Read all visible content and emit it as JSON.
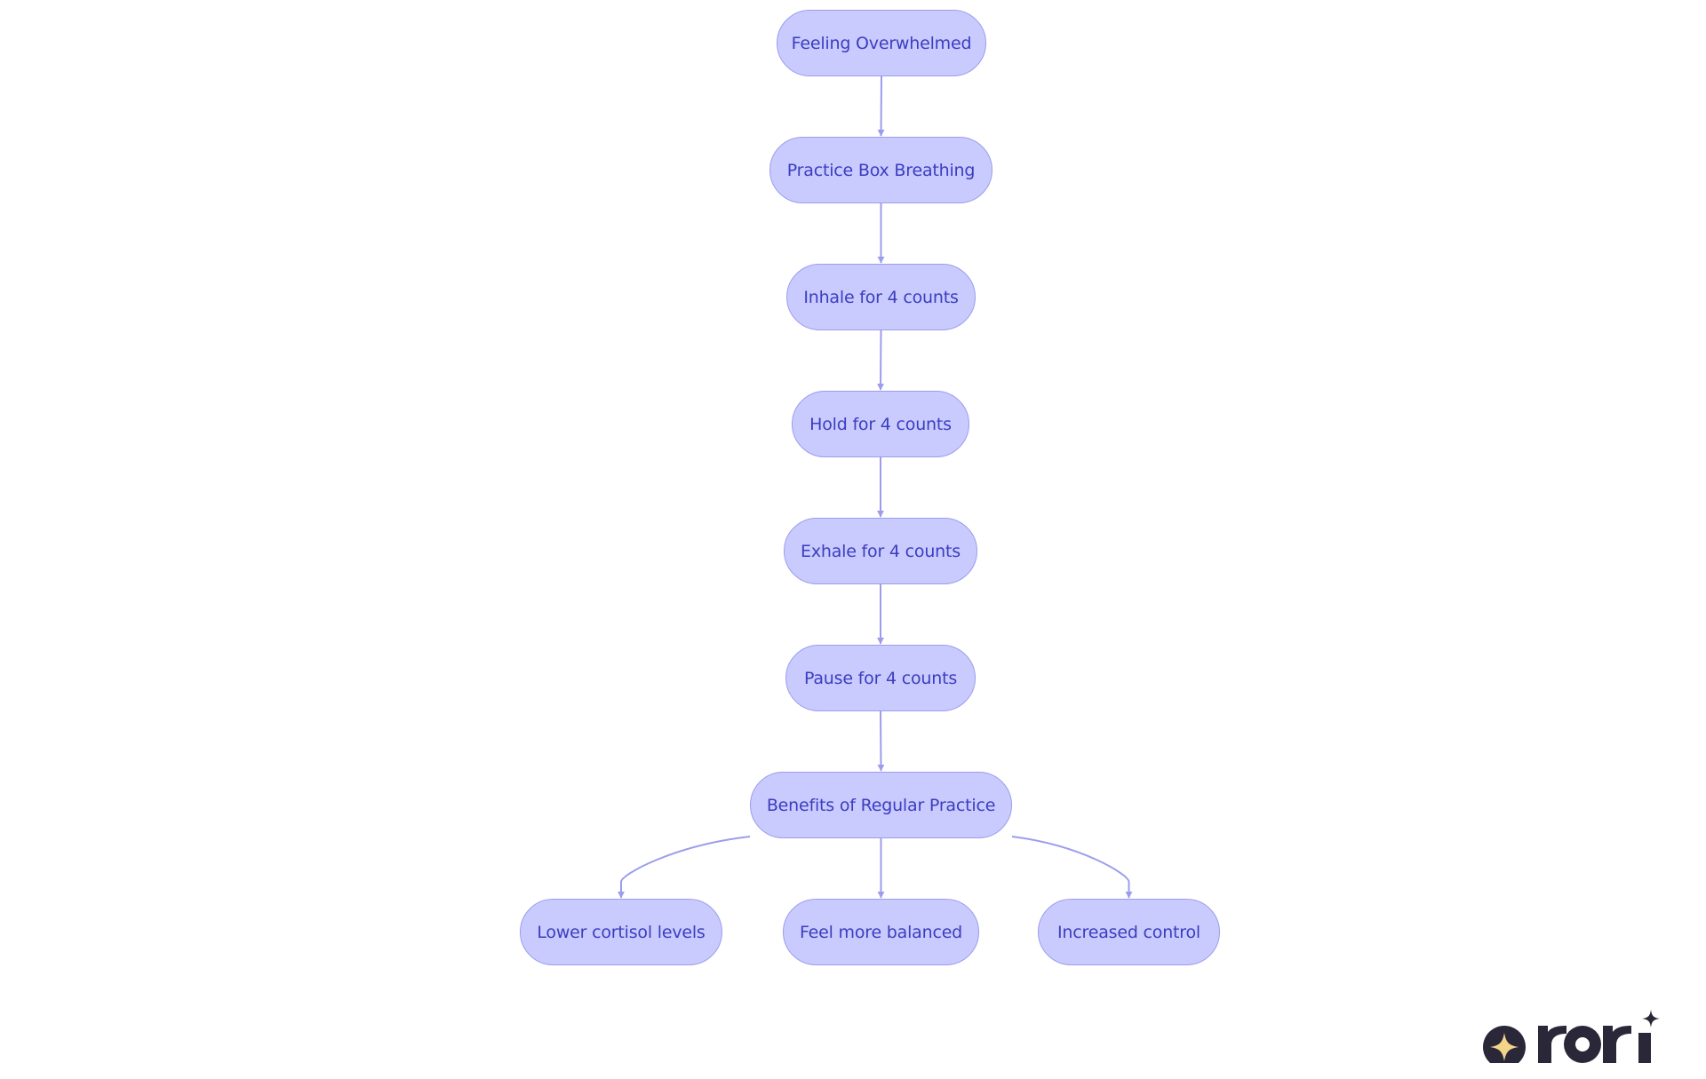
{
  "diagram": {
    "nodes": [
      {
        "id": "feeling-overwhelmed",
        "label": "Feeling Overwhelmed"
      },
      {
        "id": "practice-box-breathing",
        "label": "Practice Box Breathing"
      },
      {
        "id": "inhale",
        "label": "Inhale for 4 counts"
      },
      {
        "id": "hold",
        "label": "Hold for 4 counts"
      },
      {
        "id": "exhale",
        "label": "Exhale for 4 counts"
      },
      {
        "id": "pause",
        "label": "Pause for 4 counts"
      },
      {
        "id": "benefits",
        "label": "Benefits of Regular Practice"
      },
      {
        "id": "lower-cortisol",
        "label": "Lower cortisol levels"
      },
      {
        "id": "feel-balanced",
        "label": "Feel more balanced"
      },
      {
        "id": "increased-control",
        "label": "Increased control"
      }
    ],
    "edges": [
      {
        "from": "feeling-overwhelmed",
        "to": "practice-box-breathing"
      },
      {
        "from": "practice-box-breathing",
        "to": "inhale"
      },
      {
        "from": "inhale",
        "to": "hold"
      },
      {
        "from": "hold",
        "to": "exhale"
      },
      {
        "from": "exhale",
        "to": "pause"
      },
      {
        "from": "pause",
        "to": "benefits"
      },
      {
        "from": "benefits",
        "to": "lower-cortisol"
      },
      {
        "from": "benefits",
        "to": "feel-balanced"
      },
      {
        "from": "benefits",
        "to": "increased-control"
      }
    ]
  },
  "colors": {
    "node_fill": "#c9cbff",
    "node_border": "#9b9dec",
    "node_text": "#3b3dbf",
    "edge": "#9b9dec",
    "logo_dark": "#2a2838",
    "logo_star": "#f3d58a"
  },
  "logo": {
    "name": "rori",
    "icon": "sparkle-icon"
  }
}
